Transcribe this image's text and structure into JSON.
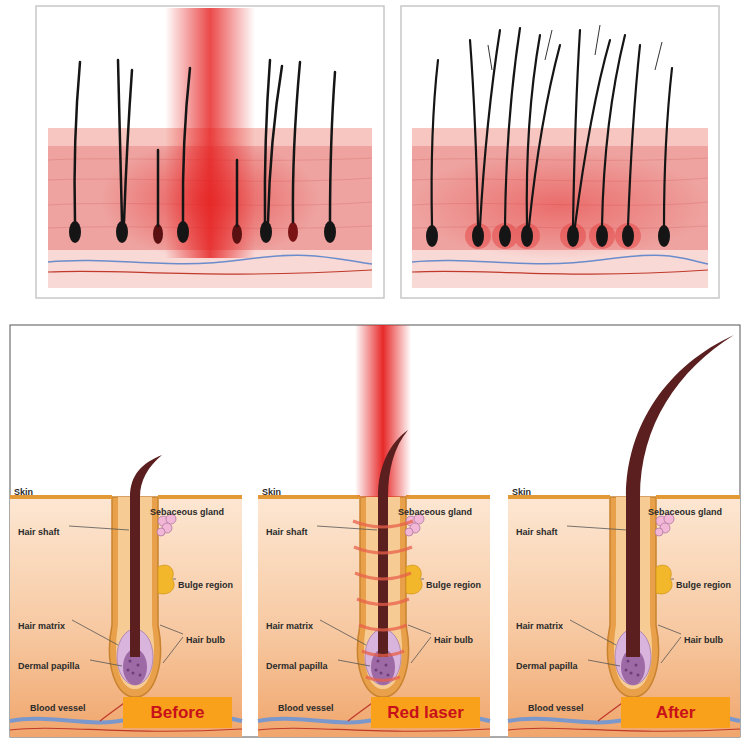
{
  "diagram": {
    "nodes": [
      {
        "text": [
          "Before"
        ]
      },
      {
        "text": [
          "Red laser"
        ]
      },
      {
        "text": [
          "After"
        ]
      }
    ],
    "labels": [
      "Skin",
      "Hair shaft",
      "Sebaceous gland",
      "Bulge region",
      "Hair matrix",
      "Hair bulb",
      "Dermal papilla",
      "Blood vessel",
      "Skin",
      "Hair shaft",
      "Sebaceous gland",
      "Bulge region",
      "Hair matrix",
      "Hair bulb",
      "Dermal papilla",
      "Blood vessel",
      "Skin",
      "Hair shaft",
      "Sebaceous gland",
      "Bulge region",
      "Hair matrix",
      "Hair bulb",
      "Dermal papilla",
      "Blood vessel"
    ]
  }
}
